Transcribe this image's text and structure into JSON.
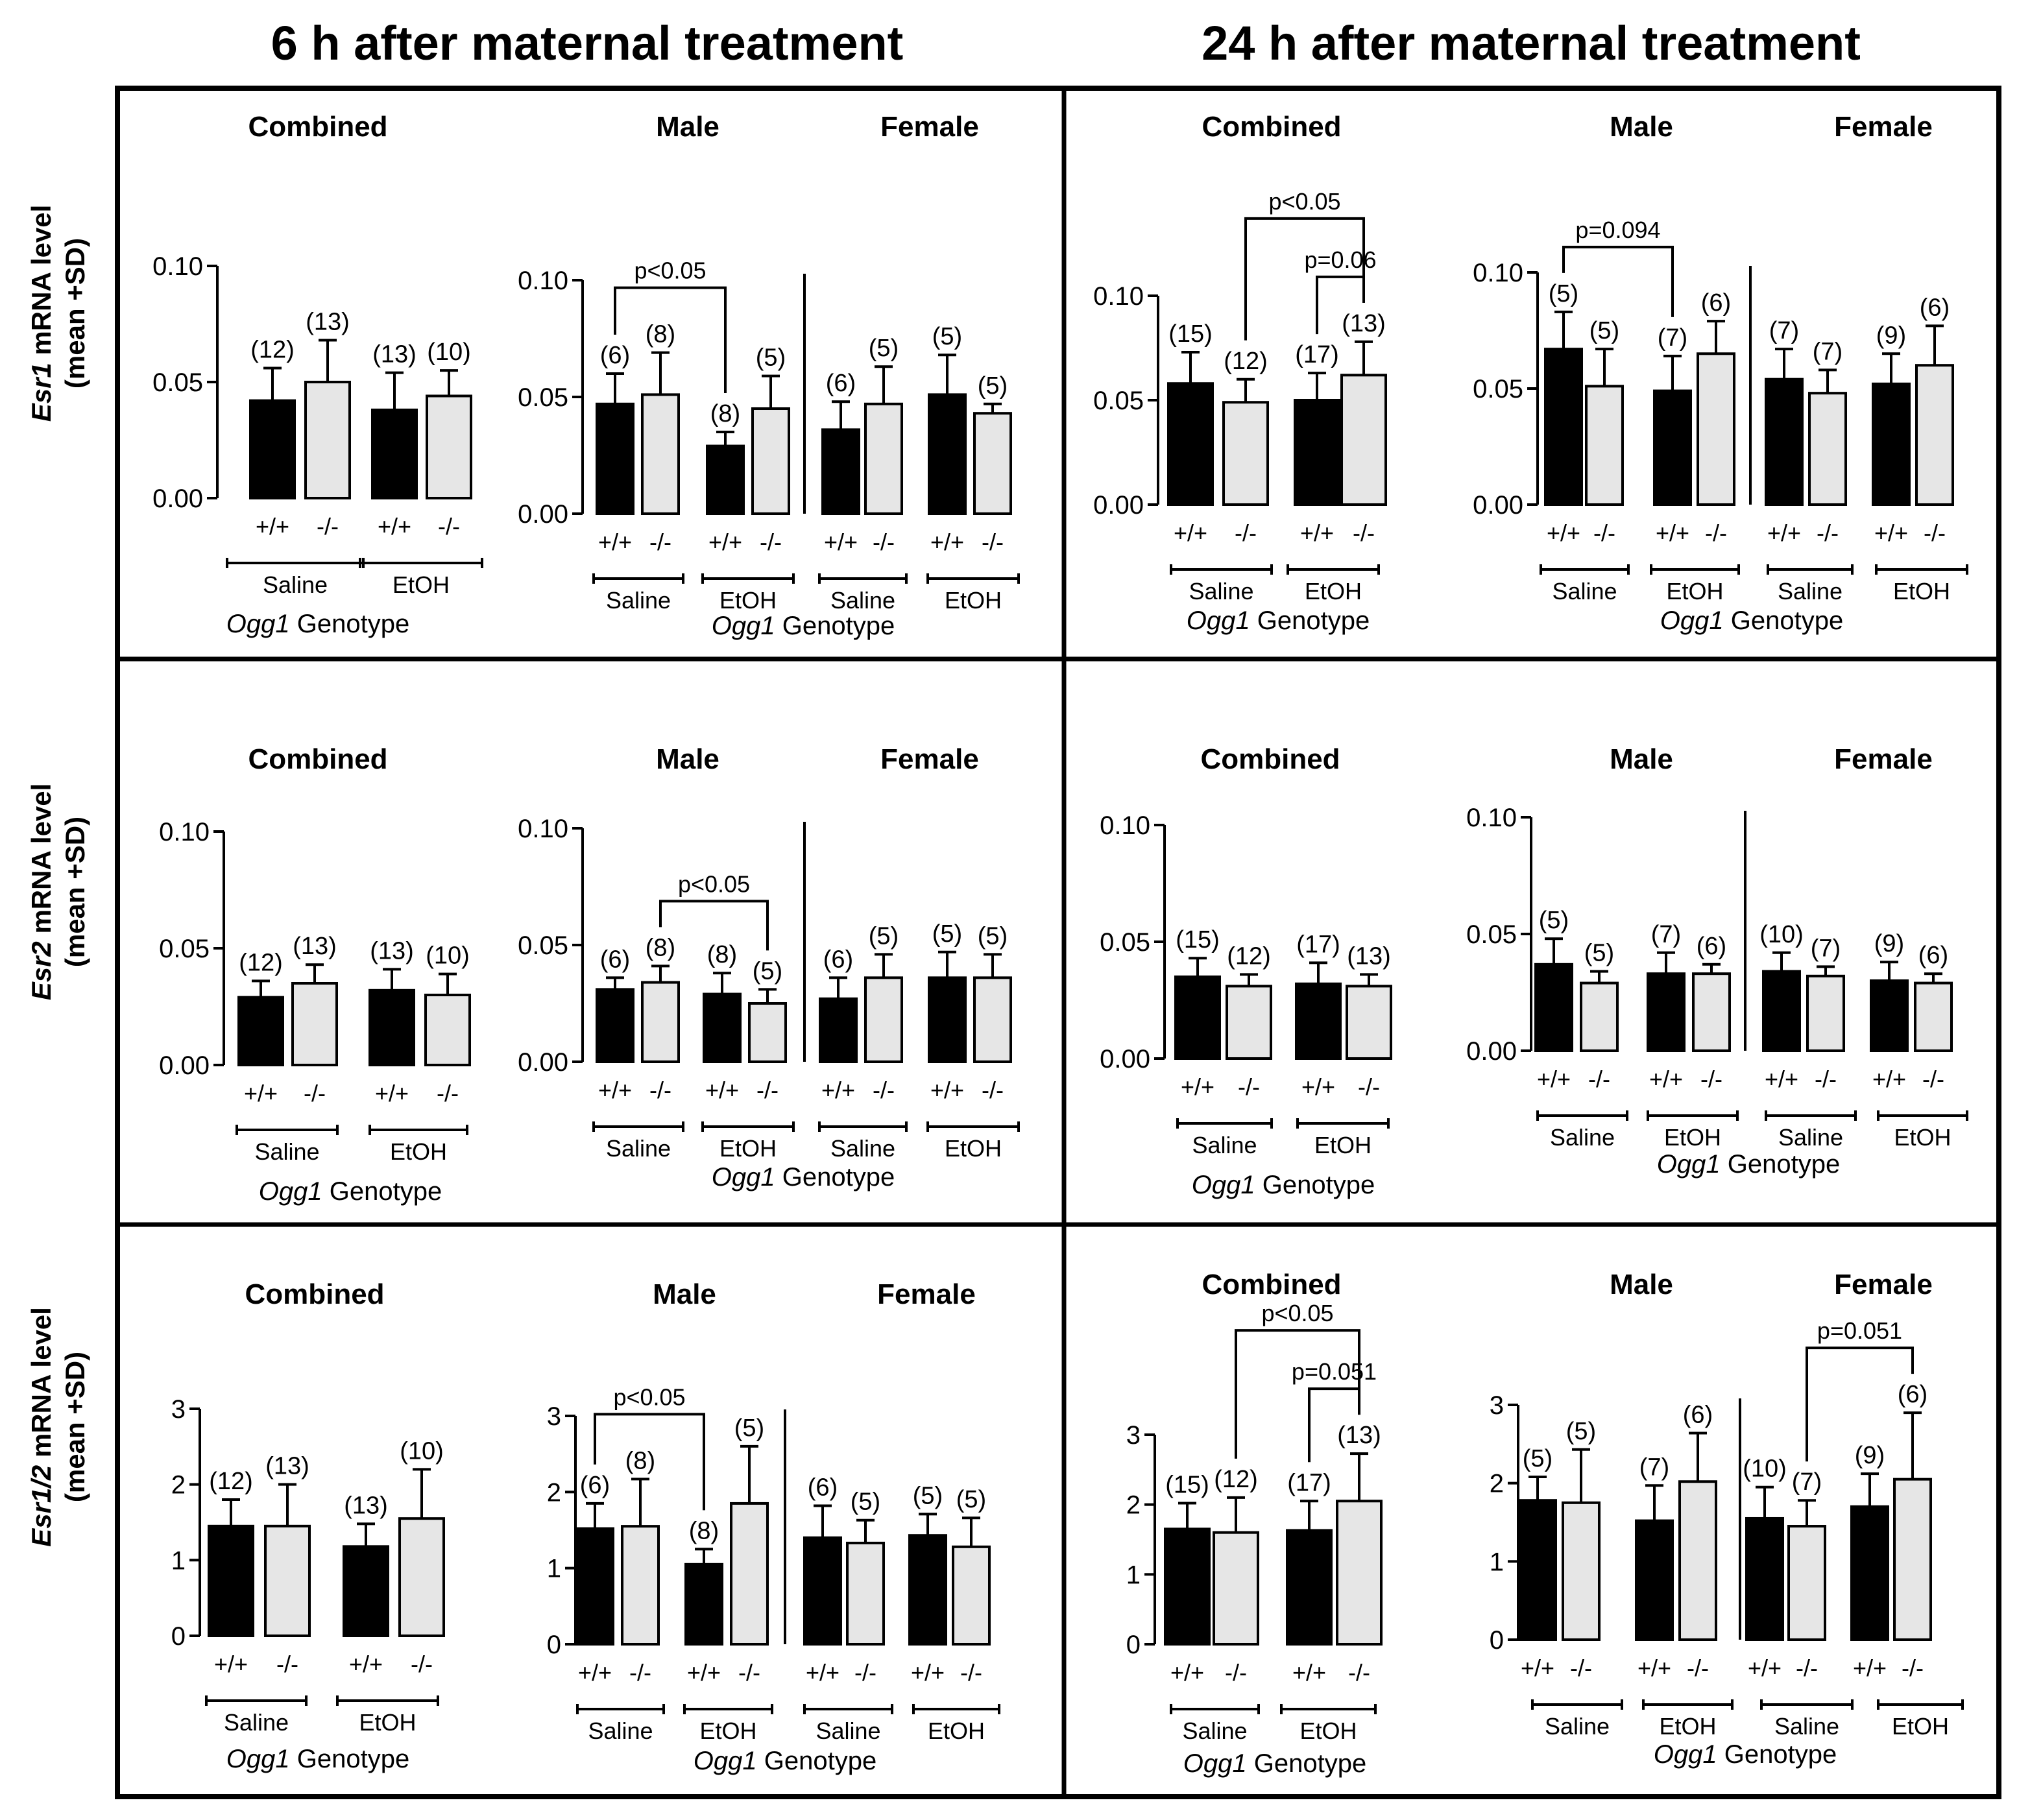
{
  "headers": [
    "6 h after maternal treatment",
    "24 h after maternal treatment"
  ],
  "ylabels": [
    {
      "gene": "Esr1",
      "rest": " mRNA level",
      "line2": "(mean +SD)"
    },
    {
      "gene": "Esr2",
      "rest": " mRNA level",
      "line2": "(mean +SD)"
    },
    {
      "gene": "Esr1/2",
      "rest": " mRNA level",
      "line2": "(mean +SD)"
    }
  ],
  "labels": {
    "combined": "Combined",
    "male": "Male",
    "female": "Female",
    "wt": "+/+",
    "ko": "-/-",
    "saline": "Saline",
    "etoh": "EtOH",
    "genotype_gene": "Ogg1",
    "genotype_rest": " Genotype"
  },
  "colors": {
    "wildtype": "#000000",
    "knockout": "#e6e6e6",
    "frame": "#000000"
  },
  "chart_data": [
    {
      "type": "bar",
      "row": 0,
      "col": 0,
      "title": "Combined",
      "ylim": [
        0,
        0.1
      ],
      "yticks": [
        "0.00",
        "0.05",
        "0.10"
      ],
      "categories": [
        "Saline +/+",
        "Saline -/-",
        "EtOH +/+",
        "EtOH -/-"
      ],
      "values": [
        0.042,
        0.05,
        0.038,
        0.044
      ],
      "sd": [
        0.014,
        0.018,
        0.016,
        0.011
      ],
      "n": [
        "(12)",
        "(13)",
        "(13)",
        "(10)"
      ],
      "brackets": []
    },
    {
      "type": "bar",
      "row": 0,
      "col": 1,
      "title": "Male / Female",
      "ylim": [
        0,
        0.1
      ],
      "yticks": [
        "0.00",
        "0.05",
        "0.10"
      ],
      "categories": [
        "Male Saline +/+",
        "Male Saline -/-",
        "Male EtOH +/+",
        "Male EtOH -/-",
        "Female Saline +/+",
        "Female Saline -/-",
        "Female EtOH +/+",
        "Female EtOH -/-"
      ],
      "values": [
        0.047,
        0.051,
        0.029,
        0.045,
        0.036,
        0.047,
        0.051,
        0.043
      ],
      "sd": [
        0.013,
        0.018,
        0.006,
        0.014,
        0.012,
        0.016,
        0.017,
        0.004
      ],
      "n": [
        "(6)",
        "(8)",
        "(8)",
        "(5)",
        "(6)",
        "(5)",
        "(5)",
        "(5)"
      ],
      "brackets": [
        {
          "from": 0,
          "to": 2,
          "label": "p<0.05"
        }
      ]
    },
    {
      "type": "bar",
      "row": 0,
      "col": 2,
      "title": "Combined",
      "ylim": [
        0,
        0.1
      ],
      "yticks": [
        "0.00",
        "0.05",
        "0.10"
      ],
      "categories": [
        "Saline +/+",
        "Saline -/-",
        "EtOH +/+",
        "EtOH -/-"
      ],
      "values": [
        0.058,
        0.049,
        0.05,
        0.062
      ],
      "sd": [
        0.015,
        0.011,
        0.013,
        0.016
      ],
      "n": [
        "(15)",
        "(12)",
        "(17)",
        "(13)"
      ],
      "brackets": [
        {
          "from": 1,
          "to": 3,
          "label": "p<0.05"
        },
        {
          "from": 2,
          "to": 3,
          "label": "p=0.06"
        }
      ]
    },
    {
      "type": "bar",
      "row": 0,
      "col": 3,
      "title": "Male / Female",
      "ylim": [
        0,
        0.1
      ],
      "yticks": [
        "0.00",
        "0.05",
        "0.10"
      ],
      "categories": [
        "Male Saline +/+",
        "Male Saline -/-",
        "Male EtOH +/+",
        "Male EtOH -/-",
        "Female Saline +/+",
        "Female Saline -/-",
        "Female EtOH +/+",
        "Female EtOH -/-"
      ],
      "values": [
        0.067,
        0.051,
        0.049,
        0.065,
        0.054,
        0.048,
        0.052,
        0.06
      ],
      "sd": [
        0.016,
        0.016,
        0.015,
        0.014,
        0.013,
        0.01,
        0.013,
        0.017
      ],
      "n": [
        "(5)",
        "(5)",
        "(7)",
        "(6)",
        "(7)",
        "(7)",
        "(9)",
        "(6)"
      ],
      "brackets": [
        {
          "from": 0,
          "to": 2,
          "label": "p=0.094"
        }
      ]
    },
    {
      "type": "bar",
      "row": 1,
      "col": 0,
      "title": "Combined",
      "ylim": [
        0,
        0.1
      ],
      "yticks": [
        "0.00",
        "0.05",
        "0.10"
      ],
      "categories": [
        "Saline +/+",
        "Saline -/-",
        "EtOH +/+",
        "EtOH -/-"
      ],
      "values": [
        0.029,
        0.035,
        0.032,
        0.03
      ],
      "sd": [
        0.007,
        0.008,
        0.009,
        0.009
      ],
      "n": [
        "(12)",
        "(13)",
        "(13)",
        "(10)"
      ],
      "brackets": []
    },
    {
      "type": "bar",
      "row": 1,
      "col": 1,
      "title": "Male / Female",
      "ylim": [
        0,
        0.1
      ],
      "yticks": [
        "0.00",
        "0.05",
        "0.10"
      ],
      "categories": [
        "Male Saline +/+",
        "Male Saline -/-",
        "Male EtOH +/+",
        "Male EtOH -/-",
        "Female Saline +/+",
        "Female Saline -/-",
        "Female EtOH +/+",
        "Female EtOH -/-"
      ],
      "values": [
        0.031,
        0.034,
        0.029,
        0.025,
        0.027,
        0.036,
        0.036,
        0.036
      ],
      "sd": [
        0.005,
        0.007,
        0.009,
        0.006,
        0.009,
        0.01,
        0.011,
        0.01
      ],
      "n": [
        "(6)",
        "(8)",
        "(8)",
        "(5)",
        "(6)",
        "(5)",
        "(5)",
        "(5)"
      ],
      "brackets": [
        {
          "from": 1,
          "to": 3,
          "label": "p<0.05"
        }
      ]
    },
    {
      "type": "bar",
      "row": 1,
      "col": 2,
      "title": "Combined",
      "ylim": [
        0,
        0.1
      ],
      "yticks": [
        "0.00",
        "0.05",
        "0.10"
      ],
      "categories": [
        "Saline +/+",
        "Saline -/-",
        "EtOH +/+",
        "EtOH -/-"
      ],
      "values": [
        0.035,
        0.031,
        0.032,
        0.031
      ],
      "sd": [
        0.008,
        0.005,
        0.009,
        0.005
      ],
      "n": [
        "(15)",
        "(12)",
        "(17)",
        "(13)"
      ],
      "brackets": []
    },
    {
      "type": "bar",
      "row": 1,
      "col": 3,
      "title": "Male / Female",
      "ylim": [
        0,
        0.1
      ],
      "yticks": [
        "0.00",
        "0.05",
        "0.10"
      ],
      "categories": [
        "Male Saline +/+",
        "Male Saline -/-",
        "Male EtOH +/+",
        "Male EtOH -/-",
        "Female Saline +/+",
        "Female Saline -/-",
        "Female EtOH +/+",
        "Female EtOH -/-"
      ],
      "values": [
        0.037,
        0.029,
        0.033,
        0.033,
        0.034,
        0.032,
        0.03,
        0.029
      ],
      "sd": [
        0.011,
        0.005,
        0.009,
        0.004,
        0.008,
        0.004,
        0.008,
        0.004
      ],
      "n": [
        "(5)",
        "(5)",
        "(7)",
        "(6)",
        "(10)",
        "(7)",
        "(9)",
        "(6)"
      ],
      "brackets": []
    },
    {
      "type": "bar",
      "row": 2,
      "col": 0,
      "title": "Combined",
      "ylim": [
        0,
        3
      ],
      "yticks": [
        "0",
        "1",
        "2",
        "3"
      ],
      "categories": [
        "Saline +/+",
        "Saline -/-",
        "EtOH +/+",
        "EtOH -/-"
      ],
      "values": [
        1.45,
        1.45,
        1.18,
        1.55
      ],
      "sd": [
        0.35,
        0.55,
        0.3,
        0.65
      ],
      "n": [
        "(12)",
        "(13)",
        "(13)",
        "(10)"
      ],
      "brackets": []
    },
    {
      "type": "bar",
      "row": 2,
      "col": 1,
      "title": "Male / Female",
      "ylim": [
        0,
        3
      ],
      "yticks": [
        "0",
        "1",
        "2",
        "3"
      ],
      "categories": [
        "Male Saline +/+",
        "Male Saline -/-",
        "Male EtOH +/+",
        "Male EtOH -/-",
        "Female Saline +/+",
        "Female Saline -/-",
        "Female EtOH +/+",
        "Female EtOH -/-"
      ],
      "values": [
        1.52,
        1.55,
        1.05,
        1.85,
        1.4,
        1.33,
        1.43,
        1.28
      ],
      "sd": [
        0.33,
        0.62,
        0.2,
        0.75,
        0.42,
        0.3,
        0.28,
        0.38
      ],
      "n": [
        "(6)",
        "(8)",
        "(8)",
        "(5)",
        "(6)",
        "(5)",
        "(5)",
        "(5)"
      ],
      "brackets": [
        {
          "from": 0,
          "to": 2,
          "label": "p<0.05"
        }
      ]
    },
    {
      "type": "bar",
      "row": 2,
      "col": 2,
      "title": "Combined",
      "ylim": [
        0,
        3
      ],
      "yticks": [
        "0",
        "1",
        "2",
        "3"
      ],
      "categories": [
        "Saline +/+",
        "Saline -/-",
        "EtOH +/+",
        "EtOH -/-"
      ],
      "values": [
        1.65,
        1.6,
        1.63,
        2.05
      ],
      "sd": [
        0.37,
        0.5,
        0.42,
        0.68
      ],
      "n": [
        "(15)",
        "(12)",
        "(17)",
        "(13)"
      ],
      "brackets": [
        {
          "from": 1,
          "to": 3,
          "label": "p<0.05"
        },
        {
          "from": 2,
          "to": 3,
          "label": "p=0.051"
        }
      ]
    },
    {
      "type": "bar",
      "row": 2,
      "col": 3,
      "title": "Male / Female",
      "ylim": [
        0,
        3
      ],
      "yticks": [
        "0",
        "1",
        "2",
        "3"
      ],
      "categories": [
        "Male Saline +/+",
        "Male Saline -/-",
        "Male EtOH +/+",
        "Male EtOH -/-",
        "Female Saline +/+",
        "Female Saline -/-",
        "Female EtOH +/+",
        "Female EtOH -/-"
      ],
      "values": [
        1.78,
        1.75,
        1.52,
        2.02,
        1.55,
        1.45,
        1.7,
        2.05
      ],
      "sd": [
        0.3,
        0.68,
        0.45,
        0.62,
        0.4,
        0.33,
        0.42,
        0.85
      ],
      "n": [
        "(5)",
        "(5)",
        "(7)",
        "(6)",
        "(10)",
        "(7)",
        "(9)",
        "(6)"
      ],
      "brackets": [
        {
          "from": 5,
          "to": 7,
          "label": "p=0.051"
        }
      ]
    }
  ]
}
